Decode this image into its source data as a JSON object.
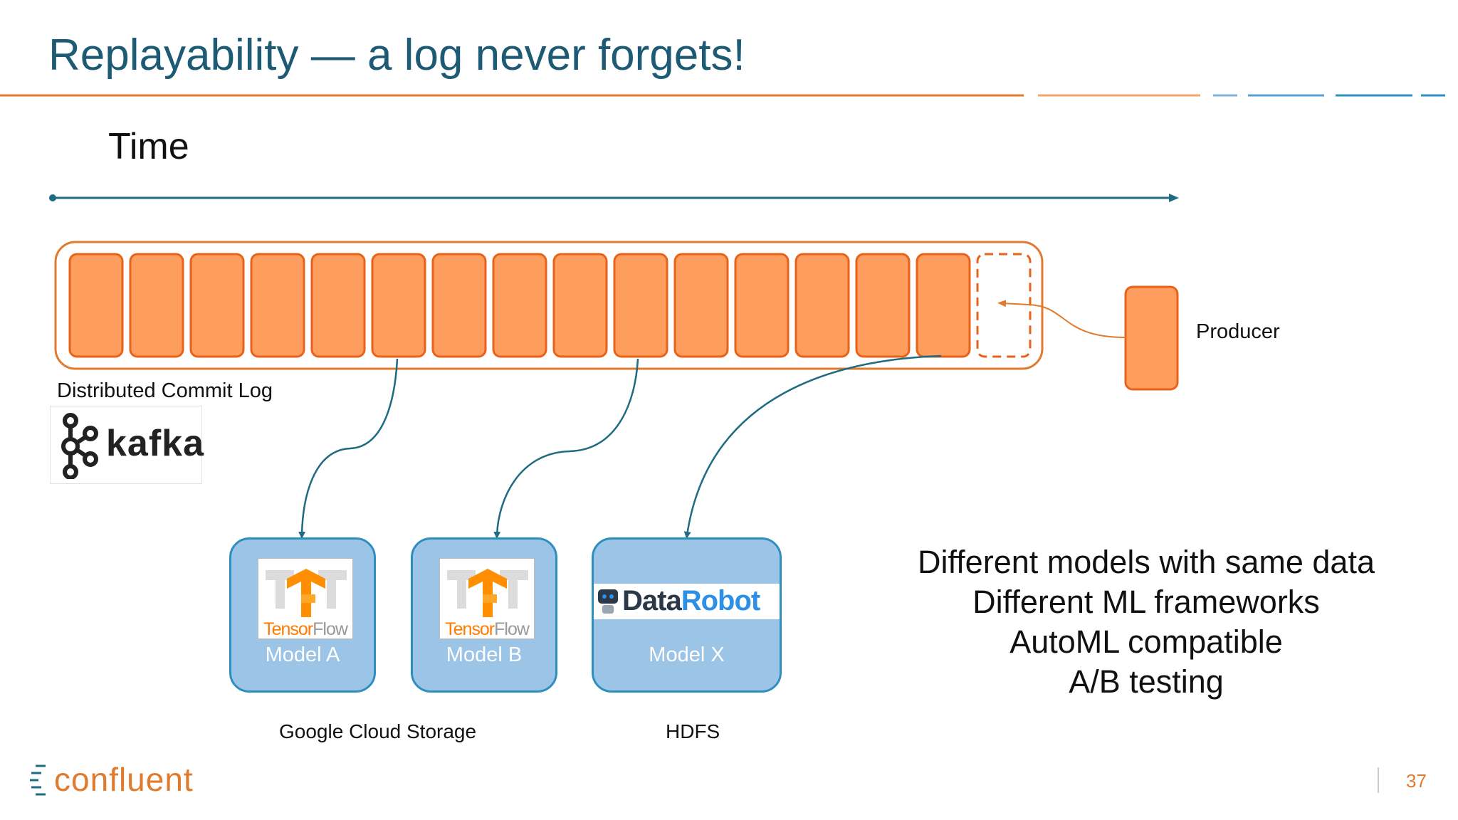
{
  "slide": {
    "title": "Replayability — a log never forgets!",
    "page_number": "37",
    "brand": "confluent"
  },
  "colors": {
    "title": "#1d5a73",
    "accent_orange": "#e07a2d",
    "cell_fill": "#fd9e5f",
    "arrow_teal": "#1e6b82",
    "model_fill": "#9cc4e6",
    "model_border": "#2e8fbf"
  },
  "diagram": {
    "time_label": "Time",
    "log_label": "Distributed Commit Log",
    "kafka_logo_text": "kafka",
    "producer_label": "Producer",
    "filled_cells": 15,
    "pending_cells": 1,
    "models": [
      {
        "label": "Model A",
        "logo_text": "TensorFlow",
        "logo": "tensorflow-logo"
      },
      {
        "label": "Model B",
        "logo_text": "TensorFlow",
        "logo": "tensorflow-logo"
      },
      {
        "label": "Model X",
        "logo_text": "DataRobot",
        "logo": "datarobot-logo"
      }
    ],
    "storage_labels": [
      "Google Cloud Storage",
      "HDFS"
    ]
  },
  "features": [
    "Different models with same data",
    "Different ML frameworks",
    "AutoML compatible",
    "A/B testing"
  ]
}
